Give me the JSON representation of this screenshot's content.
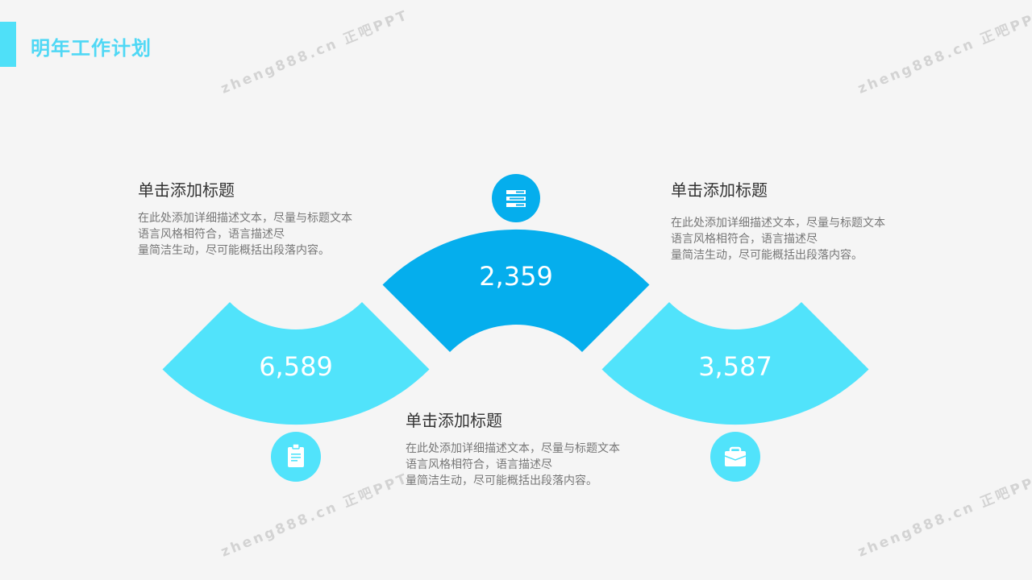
{
  "header": {
    "title": "明年工作计划"
  },
  "colors": {
    "accent": "#4fe0f8",
    "primary": "#05aeed",
    "light": "#51e3fb"
  },
  "sectors": [
    {
      "value": "6,589",
      "icon": "clipboard-icon"
    },
    {
      "value": "2,359",
      "icon": "server-list-icon"
    },
    {
      "value": "3,587",
      "icon": "briefcase-icon"
    }
  ],
  "blocks": [
    {
      "title": "单击添加标题",
      "lines": [
        "在此处添加详细描述文本，尽量与标题文本",
        "语言风格相符合，语言描述尽",
        "量简洁生动，尽可能概括出段落内容。"
      ]
    },
    {
      "title": "单击添加标题",
      "lines": [
        "在此处添加详细描述文本，尽量与标题文本",
        "语言风格相符合，语言描述尽",
        "量简洁生动，尽可能概括出段落内容。"
      ]
    },
    {
      "title": "单击添加标题",
      "lines": [
        "在此处添加详细描述文本，尽量与标题文本",
        "语言风格相符合，语言描述尽",
        "量简洁生动，尽可能概括出段落内容。"
      ]
    }
  ],
  "watermark": "zheng888.cn 正吧PPT"
}
